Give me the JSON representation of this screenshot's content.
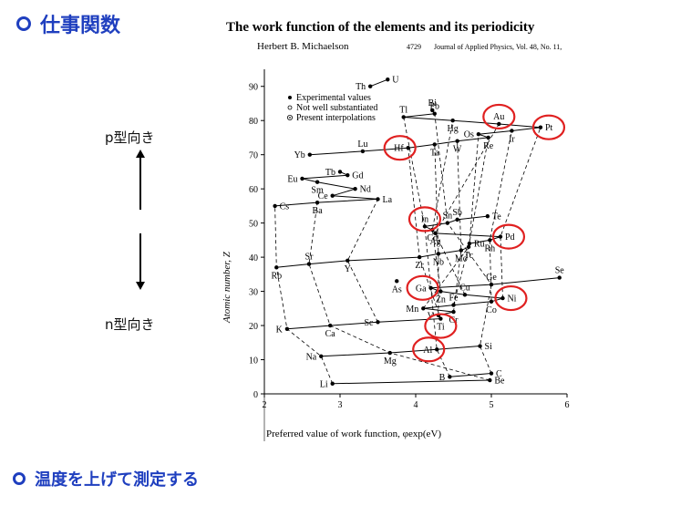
{
  "slide": {
    "title": "仕事関数",
    "bottom_heading": "温度を上げて測定する",
    "p_label": "p型向き",
    "n_label": "n型向き"
  },
  "figure": {
    "title": "The work function of the elements and its periodicity",
    "author": "Herbert B. Michaelson",
    "page": "4729",
    "journal": "Journal of Applied Physics, Vol. 48, No. 11,",
    "legend": [
      "Experimental values",
      "Not well substantiated",
      "Present interpolations"
    ],
    "highlight_color": "#e02020"
  },
  "chart_data": {
    "type": "scatter",
    "xlabel": "Preferred value of work function, φexp(eV)",
    "ylabel": "Atomic number, Z",
    "xlim": [
      2,
      6
    ],
    "ylim": [
      0,
      95
    ],
    "xticks": [
      2,
      3,
      4,
      5,
      6
    ],
    "yticks": [
      0,
      10,
      20,
      30,
      40,
      50,
      60,
      70,
      80,
      90
    ],
    "points": [
      {
        "el": "Li",
        "x": 2.9,
        "z": 3,
        "lab": "l"
      },
      {
        "el": "Be",
        "x": 4.98,
        "z": 4,
        "lab": "r"
      },
      {
        "el": "B",
        "x": 4.45,
        "z": 5,
        "lab": "l"
      },
      {
        "el": "C",
        "x": 5.0,
        "z": 6,
        "lab": "r"
      },
      {
        "el": "Na",
        "x": 2.75,
        "z": 11,
        "lab": "l"
      },
      {
        "el": "Mg",
        "x": 3.66,
        "z": 12,
        "lab": "b"
      },
      {
        "el": "Al",
        "x": 4.28,
        "z": 13,
        "lab": "l"
      },
      {
        "el": "Si",
        "x": 4.85,
        "z": 14,
        "lab": "r"
      },
      {
        "el": "K",
        "x": 2.3,
        "z": 19,
        "lab": "l"
      },
      {
        "el": "Ca",
        "x": 2.87,
        "z": 20,
        "lab": "b"
      },
      {
        "el": "Sc",
        "x": 3.5,
        "z": 21,
        "lab": "l"
      },
      {
        "el": "Ti",
        "x": 4.33,
        "z": 22,
        "lab": "b"
      },
      {
        "el": "V",
        "x": 4.3,
        "z": 23,
        "lab": "l"
      },
      {
        "el": "Cr",
        "x": 4.5,
        "z": 24,
        "lab": "b"
      },
      {
        "el": "Mn",
        "x": 4.1,
        "z": 25,
        "lab": "l"
      },
      {
        "el": "Fe",
        "x": 4.5,
        "z": 26,
        "lab": "t"
      },
      {
        "el": "Co",
        "x": 5.0,
        "z": 27,
        "lab": "b"
      },
      {
        "el": "Ni",
        "x": 5.15,
        "z": 28,
        "lab": "r"
      },
      {
        "el": "Cu",
        "x": 4.65,
        "z": 29,
        "lab": "t"
      },
      {
        "el": "Zn",
        "x": 4.33,
        "z": 30,
        "lab": "b"
      },
      {
        "el": "Ga",
        "x": 4.2,
        "z": 31,
        "lab": "l"
      },
      {
        "el": "Ge",
        "x": 5.0,
        "z": 32,
        "lab": "t"
      },
      {
        "el": "As",
        "x": 3.75,
        "z": 33,
        "lab": "b"
      },
      {
        "el": "Se",
        "x": 5.9,
        "z": 34,
        "lab": "t"
      },
      {
        "el": "Rb",
        "x": 2.16,
        "z": 37,
        "lab": "b"
      },
      {
        "el": "Sr",
        "x": 2.59,
        "z": 38,
        "lab": "t"
      },
      {
        "el": "Y",
        "x": 3.1,
        "z": 39,
        "lab": "b"
      },
      {
        "el": "Zr",
        "x": 4.05,
        "z": 40,
        "lab": "b"
      },
      {
        "el": "Nb",
        "x": 4.3,
        "z": 41,
        "lab": "b"
      },
      {
        "el": "Mo",
        "x": 4.6,
        "z": 42,
        "lab": "b"
      },
      {
        "el": "Tc",
        "x": 4.7,
        "z": 43,
        "lab": "b"
      },
      {
        "el": "Ru",
        "x": 4.71,
        "z": 44,
        "lab": "r"
      },
      {
        "el": "Rh",
        "x": 4.98,
        "z": 45,
        "lab": "b"
      },
      {
        "el": "Pd",
        "x": 5.12,
        "z": 46,
        "lab": "r"
      },
      {
        "el": "Ag",
        "x": 4.26,
        "z": 47,
        "lab": "b"
      },
      {
        "el": "Cd",
        "x": 4.22,
        "z": 48,
        "lab": "b"
      },
      {
        "el": "In",
        "x": 4.12,
        "z": 49,
        "lab": "t"
      },
      {
        "el": "Sn",
        "x": 4.42,
        "z": 50,
        "lab": "t"
      },
      {
        "el": "Sb",
        "x": 4.55,
        "z": 51,
        "lab": "t"
      },
      {
        "el": "Te",
        "x": 4.95,
        "z": 52,
        "lab": "r"
      },
      {
        "el": "Cs",
        "x": 2.14,
        "z": 55,
        "lab": "r"
      },
      {
        "el": "Ba",
        "x": 2.7,
        "z": 56,
        "lab": "b"
      },
      {
        "el": "La",
        "x": 3.5,
        "z": 57,
        "lab": "r"
      },
      {
        "el": "Ce",
        "x": 2.9,
        "z": 58,
        "lab": "l"
      },
      {
        "el": "Nd",
        "x": 3.2,
        "z": 60,
        "lab": "r"
      },
      {
        "el": "Sm",
        "x": 2.7,
        "z": 62,
        "lab": "b"
      },
      {
        "el": "Eu",
        "x": 2.5,
        "z": 63,
        "lab": "l"
      },
      {
        "el": "Gd",
        "x": 3.1,
        "z": 64,
        "lab": "r"
      },
      {
        "el": "Tb",
        "x": 3.0,
        "z": 65,
        "lab": "l"
      },
      {
        "el": "Yb",
        "x": 2.6,
        "z": 70,
        "lab": "l"
      },
      {
        "el": "Lu",
        "x": 3.3,
        "z": 71,
        "lab": "t"
      },
      {
        "el": "Hf",
        "x": 3.9,
        "z": 72,
        "lab": "l"
      },
      {
        "el": "Ta",
        "x": 4.25,
        "z": 73,
        "lab": "b"
      },
      {
        "el": "W",
        "x": 4.55,
        "z": 74,
        "lab": "b"
      },
      {
        "el": "Re",
        "x": 4.96,
        "z": 75,
        "lab": "b"
      },
      {
        "el": "Os",
        "x": 4.83,
        "z": 76,
        "lab": "l"
      },
      {
        "el": "Ir",
        "x": 5.27,
        "z": 77,
        "lab": "b"
      },
      {
        "el": "Pt",
        "x": 5.65,
        "z": 78,
        "lab": "r"
      },
      {
        "el": "Au",
        "x": 5.1,
        "z": 79,
        "lab": "t"
      },
      {
        "el": "Hg",
        "x": 4.49,
        "z": 80,
        "lab": "b"
      },
      {
        "el": "Tl",
        "x": 3.84,
        "z": 81,
        "lab": "t"
      },
      {
        "el": "Pb",
        "x": 4.25,
        "z": 82,
        "lab": "t"
      },
      {
        "el": "Bi",
        "x": 4.22,
        "z": 83,
        "lab": "t"
      },
      {
        "el": "Th",
        "x": 3.4,
        "z": 90,
        "lab": "l"
      },
      {
        "el": "U",
        "x": 3.63,
        "z": 92,
        "lab": "r"
      }
    ],
    "circled": [
      "Au",
      "Pt",
      "Hf",
      "In",
      "Pd",
      "Ga",
      "Ni",
      "Ti",
      "Al"
    ]
  }
}
